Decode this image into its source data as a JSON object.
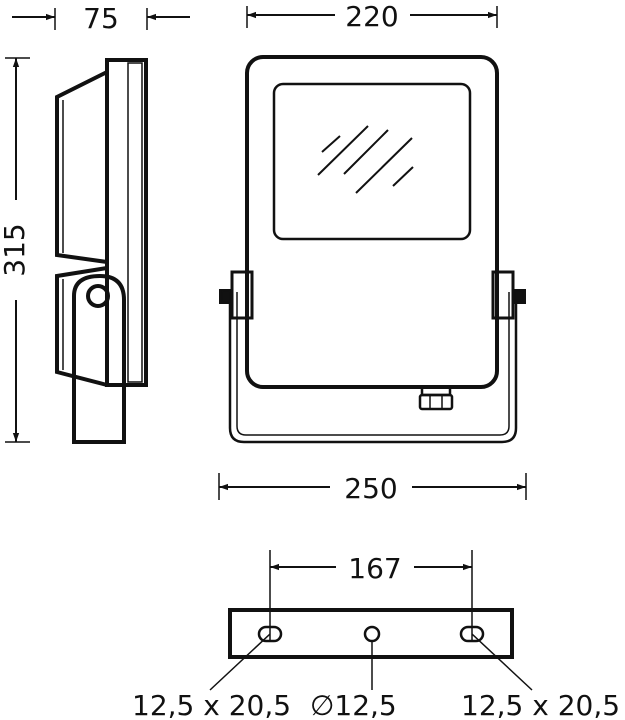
{
  "dimensions": {
    "depth": "75",
    "housing_width": "220",
    "height": "315",
    "bracket_width": "250",
    "mount_hole_spacing": "167",
    "slot_left": "12,5 x 20,5",
    "center_hole": "∅12,5",
    "slot_right": "12,5 x 20,5"
  },
  "colors": {
    "line": "#111111",
    "background": "#ffffff"
  }
}
